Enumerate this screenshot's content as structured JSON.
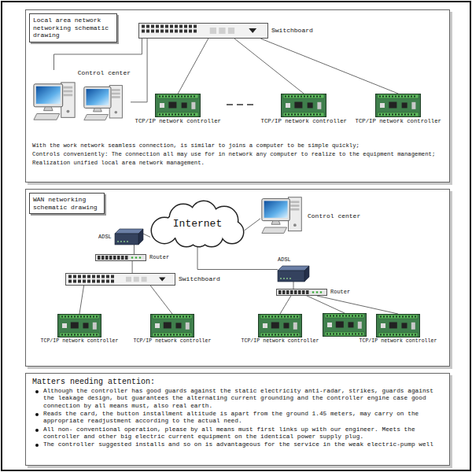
{
  "diagram": {
    "nodes": [
      {
        "text": [
          "Local area network networking schematic drawing",
          "With the work network seamless connection, is similar to joins a computer to be simple quickly;",
          "Controls conveniently: The connection all may use for in network any computer to realize to the equipment management;",
          "Realization unified local area network management."
        ]
      },
      {
        "text": [
          "Switchboard"
        ],
        "in": 0
      },
      {
        "text": [
          "Control center"
        ],
        "in": 0
      },
      {
        "text": [
          "TCP/IP network controller"
        ],
        "in": 0
      },
      {
        "text": [
          "TCP/IP network controller"
        ],
        "in": 0
      },
      {
        "text": [
          "TCP/IP network controller"
        ],
        "in": 0
      },
      {
        "text": [
          "WAN networking schematic drawing"
        ]
      },
      {
        "text": [
          "Internet"
        ],
        "in": 6
      },
      {
        "text": [
          "Control center"
        ],
        "in": 6
      },
      {
        "text": [
          "ADSL"
        ],
        "in": 6
      },
      {
        "text": [
          "Router"
        ],
        "in": 6
      },
      {
        "text": [
          "Switchboard"
        ],
        "in": 6
      },
      {
        "text": [
          "TCP/IP network controller"
        ],
        "in": 6
      },
      {
        "text": [
          "TCP/IP network controller"
        ],
        "in": 6
      },
      {
        "text": [
          "ADSL"
        ],
        "in": 6
      },
      {
        "text": [
          "Router"
        ],
        "in": 6
      },
      {
        "text": [
          "TCP/IP network controller"
        ],
        "in": 6
      },
      {
        "text": [
          "TCP/IP network controller"
        ],
        "in": 6
      },
      {
        "text": [
          "Matters needing attention:",
          "Although the controller has good guards against the static electricity anti-radar, strikes, guards against the leakage design, but guarantees the alternating current grounding and the controller engine case good connection by all means must, also real earth.",
          "Reads the card, the button installment altitude is apart from the ground 1.45 meters, may carry on the appropriate readjustment according to the actual need.",
          "All non- conventional operation, please by all means must first links up with our engineer. Meets the controller and other big electric current equipment on the identical power supply plug.",
          "The controller suggested installs and so on is advantageous for the service in the weak electric-pump well"
        ]
      }
    ],
    "edges": [
      {
        "from": 1,
        "to": 2,
        "arrow": "none"
      },
      {
        "from": 1,
        "to": 2,
        "arrow": "none"
      },
      {
        "from": 1,
        "to": 3,
        "arrow": "none"
      },
      {
        "from": 1,
        "to": 4,
        "arrow": "none"
      },
      {
        "from": 1,
        "to": 5,
        "arrow": "none"
      },
      {
        "from": 7,
        "to": 8,
        "arrow": "none"
      },
      {
        "from": 7,
        "to": 9,
        "arrow": "none"
      },
      {
        "from": 9,
        "to": 10,
        "arrow": "none"
      },
      {
        "from": 10,
        "to": 11,
        "arrow": "none"
      },
      {
        "from": 11,
        "to": 12,
        "arrow": "none"
      },
      {
        "from": 11,
        "to": 13,
        "arrow": "none"
      },
      {
        "from": 7,
        "to": 14,
        "arrow": "none"
      },
      {
        "from": 14,
        "to": 15,
        "arrow": "none"
      },
      {
        "from": 15,
        "to": 16,
        "arrow": "none"
      },
      {
        "from": 15,
        "to": 17,
        "arrow": "none"
      }
    ]
  }
}
